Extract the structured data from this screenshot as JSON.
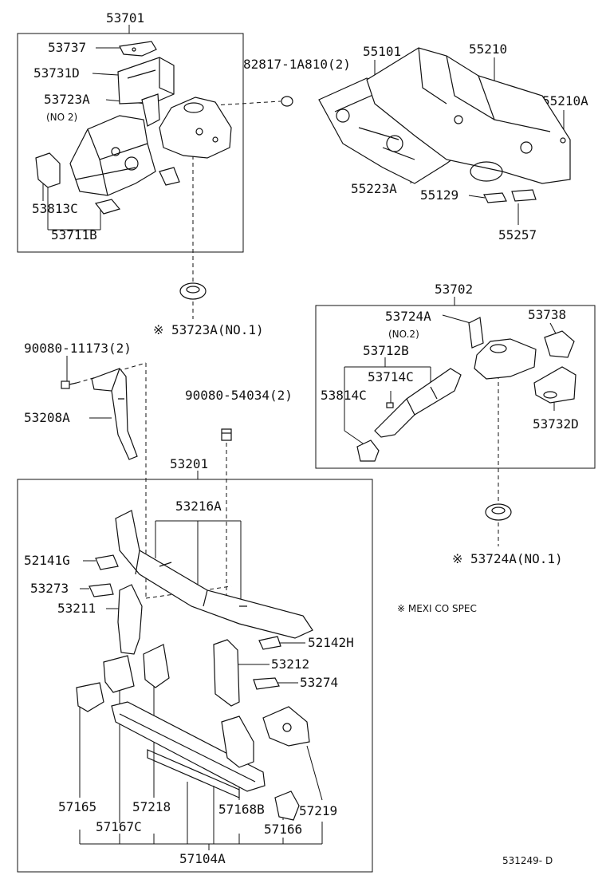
{
  "labels": {
    "p53701": "53701",
    "p53737": "53737",
    "p53731D": "53731D",
    "p53723A": "53723A",
    "no2a": "(NO 2)",
    "p53813C": "53813C",
    "p53711B": "53711B",
    "p82817": "82817-1A810(2)",
    "p55101": "55101",
    "p55210": "55210",
    "p55210A": "55210A",
    "p55223A": "55223A",
    "p55129": "55129",
    "p55257": "55257",
    "p53723Ano1": "※ 53723A(NO.1)",
    "p53702": "53702",
    "p53724A": "53724A",
    "no2b": "(NO.2)",
    "p53738": "53738",
    "p53712B": "53712B",
    "p53714C": "53714C",
    "p53814C": "53814C",
    "p53732D": "53732D",
    "p90080a": "90080-11173(2)",
    "p53208A": "53208A",
    "p90080b": "90080-54034(2)",
    "p53201": "53201",
    "p53216A": "53216A",
    "p52141G": "52141G",
    "p53273": "53273",
    "p53211": "53211",
    "p52142H": "52142H",
    "p53212": "53212",
    "p53274": "53274",
    "p53724Ano1": "※ 53724A(NO.1)",
    "mexico": "※   MEXI CO SPEC",
    "p57165": "57165",
    "p57218": "57218",
    "p57167C": "57167C",
    "p57168B": "57168B",
    "p57219": "57219",
    "p57166": "57166",
    "p57104A": "57104A",
    "docnum": "531249- D"
  }
}
